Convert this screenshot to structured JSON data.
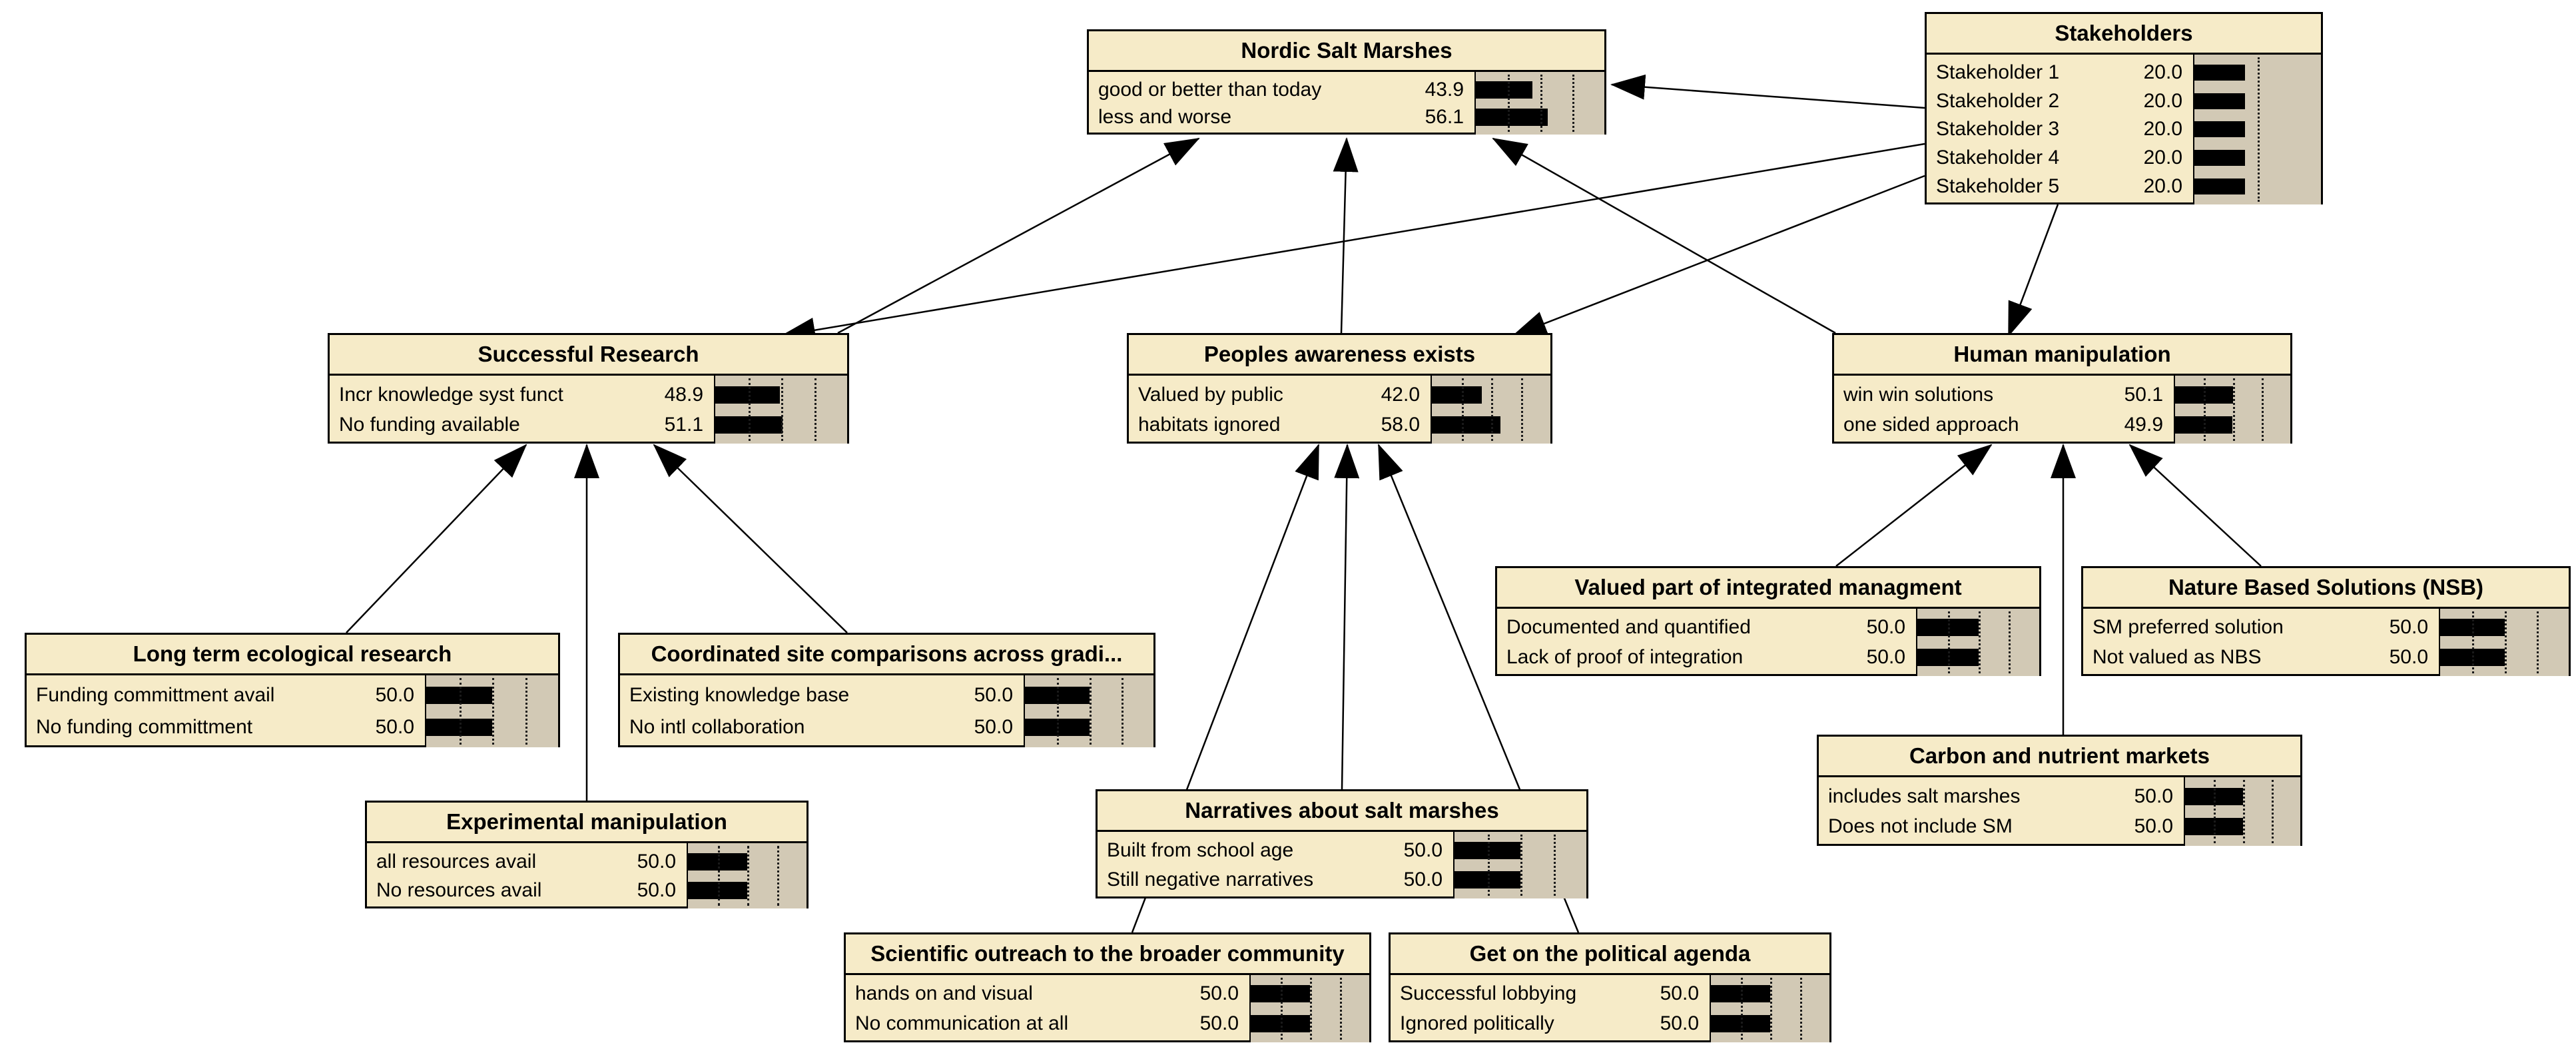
{
  "diagram": {
    "type": "bayesian-belief-network",
    "background": "#ffffff",
    "colors": {
      "node_fill": "#f6ebc8",
      "bar_area_fill": "#d2c9b5",
      "bar_fill": "#000000",
      "border": "#000000",
      "edge": "#000000"
    },
    "nodes": [
      {
        "id": "nordic",
        "title": "Nordic Salt Marshes",
        "bar_max": 100,
        "gridlines": 3,
        "states": [
          {
            "label": "good or better than today",
            "value": "43.9",
            "pct": 43.9
          },
          {
            "label": "less and worse",
            "value": "56.1",
            "pct": 56.1
          }
        ]
      },
      {
        "id": "stakeholders",
        "title": "Stakeholders",
        "bar_max": 50,
        "gridlines": 1,
        "states": [
          {
            "label": "Stakeholder 1",
            "value": "20.0",
            "pct": 20
          },
          {
            "label": "Stakeholder 2",
            "value": "20.0",
            "pct": 20
          },
          {
            "label": "Stakeholder 3",
            "value": "20.0",
            "pct": 20
          },
          {
            "label": "Stakeholder 4",
            "value": "20.0",
            "pct": 20
          },
          {
            "label": "Stakeholder 5",
            "value": "20.0",
            "pct": 20
          }
        ]
      },
      {
        "id": "successful",
        "title": "Successful Research",
        "bar_max": 100,
        "gridlines": 3,
        "states": [
          {
            "label": "Incr knowledge syst funct",
            "value": "48.9",
            "pct": 48.9
          },
          {
            "label": "No funding available",
            "value": "51.1",
            "pct": 51.1
          }
        ]
      },
      {
        "id": "peoples",
        "title": "Peoples awareness exists",
        "bar_max": 100,
        "gridlines": 3,
        "states": [
          {
            "label": "Valued by public",
            "value": "42.0",
            "pct": 42
          },
          {
            "label": "habitats ignored",
            "value": "58.0",
            "pct": 58
          }
        ]
      },
      {
        "id": "human",
        "title": "Human manipulation",
        "bar_max": 100,
        "gridlines": 3,
        "states": [
          {
            "label": "win win solutions",
            "value": "50.1",
            "pct": 50.1
          },
          {
            "label": "one sided approach",
            "value": "49.9",
            "pct": 49.9
          }
        ]
      },
      {
        "id": "lter",
        "title": "Long term ecological research",
        "bar_max": 100,
        "gridlines": 3,
        "states": [
          {
            "label": "Funding committment avail",
            "value": "50.0",
            "pct": 50
          },
          {
            "label": "No funding committment",
            "value": "50.0",
            "pct": 50
          }
        ]
      },
      {
        "id": "coord",
        "title": "Coordinated site comparisons across gradi...",
        "bar_max": 100,
        "gridlines": 3,
        "states": [
          {
            "label": "Existing knowledge base",
            "value": "50.0",
            "pct": 50
          },
          {
            "label": "No intl collaboration",
            "value": "50.0",
            "pct": 50
          }
        ]
      },
      {
        "id": "expman",
        "title": "Experimental manipulation",
        "bar_max": 100,
        "gridlines": 3,
        "states": [
          {
            "label": "all resources avail",
            "value": "50.0",
            "pct": 50
          },
          {
            "label": "No resources avail",
            "value": "50.0",
            "pct": 50
          }
        ]
      },
      {
        "id": "narratives",
        "title": "Narratives about salt marshes",
        "bar_max": 100,
        "gridlines": 3,
        "states": [
          {
            "label": "Built from school age",
            "value": "50.0",
            "pct": 50
          },
          {
            "label": "Still negative narratives",
            "value": "50.0",
            "pct": 50
          }
        ]
      },
      {
        "id": "sciout",
        "title": "Scientific outreach to the broader community",
        "bar_max": 100,
        "gridlines": 3,
        "states": [
          {
            "label": "hands on and visual",
            "value": "50.0",
            "pct": 50
          },
          {
            "label": "No communication at all",
            "value": "50.0",
            "pct": 50
          }
        ]
      },
      {
        "id": "agenda",
        "title": "Get on the political agenda",
        "bar_max": 100,
        "gridlines": 3,
        "states": [
          {
            "label": "Successful lobbying",
            "value": "50.0",
            "pct": 50
          },
          {
            "label": "Ignored politically",
            "value": "50.0",
            "pct": 50
          }
        ]
      },
      {
        "id": "valued",
        "title": "Valued part of integrated managment",
        "bar_max": 100,
        "gridlines": 3,
        "states": [
          {
            "label": "Documented and quantified",
            "value": "50.0",
            "pct": 50
          },
          {
            "label": "Lack of proof of integration",
            "value": "50.0",
            "pct": 50
          }
        ]
      },
      {
        "id": "nbs",
        "title": "Nature Based Solutions (NSB)",
        "bar_max": 100,
        "gridlines": 3,
        "states": [
          {
            "label": "SM preferred solution",
            "value": "50.0",
            "pct": 50
          },
          {
            "label": "Not valued as NBS",
            "value": "50.0",
            "pct": 50
          }
        ]
      },
      {
        "id": "carbon",
        "title": "Carbon and nutrient markets",
        "bar_max": 100,
        "gridlines": 3,
        "states": [
          {
            "label": "includes salt marshes",
            "value": "50.0",
            "pct": 50
          },
          {
            "label": "Does not include SM",
            "value": "50.0",
            "pct": 50
          }
        ]
      }
    ],
    "edges": [
      {
        "from": "successful",
        "to": "nordic"
      },
      {
        "from": "peoples",
        "to": "nordic"
      },
      {
        "from": "human",
        "to": "nordic"
      },
      {
        "from": "stakeholders",
        "to": "nordic"
      },
      {
        "from": "stakeholders",
        "to": "successful"
      },
      {
        "from": "stakeholders",
        "to": "peoples"
      },
      {
        "from": "stakeholders",
        "to": "human"
      },
      {
        "from": "lter",
        "to": "successful"
      },
      {
        "from": "expman",
        "to": "successful"
      },
      {
        "from": "coord",
        "to": "successful"
      },
      {
        "from": "narratives",
        "to": "peoples"
      },
      {
        "from": "sciout",
        "to": "peoples"
      },
      {
        "from": "agenda",
        "to": "peoples"
      },
      {
        "from": "valued",
        "to": "human"
      },
      {
        "from": "carbon",
        "to": "human"
      },
      {
        "from": "nbs",
        "to": "human"
      }
    ]
  }
}
